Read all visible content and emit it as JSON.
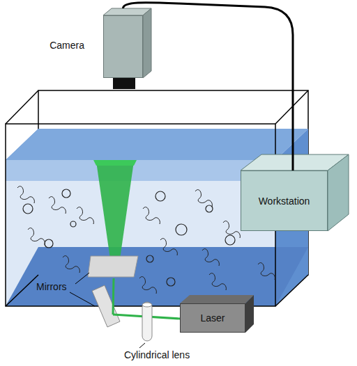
{
  "diagram": {
    "nodes": [
      {
        "text": [
          "Camera"
        ]
      },
      {
        "text": [
          "Workstation"
        ]
      },
      {
        "text": [
          "Laser"
        ]
      }
    ],
    "edges": [
      {
        "from": 0,
        "to": 1,
        "arrow": "none"
      }
    ],
    "labels": [
      "Mirrors",
      "Cylindrical lens"
    ]
  }
}
